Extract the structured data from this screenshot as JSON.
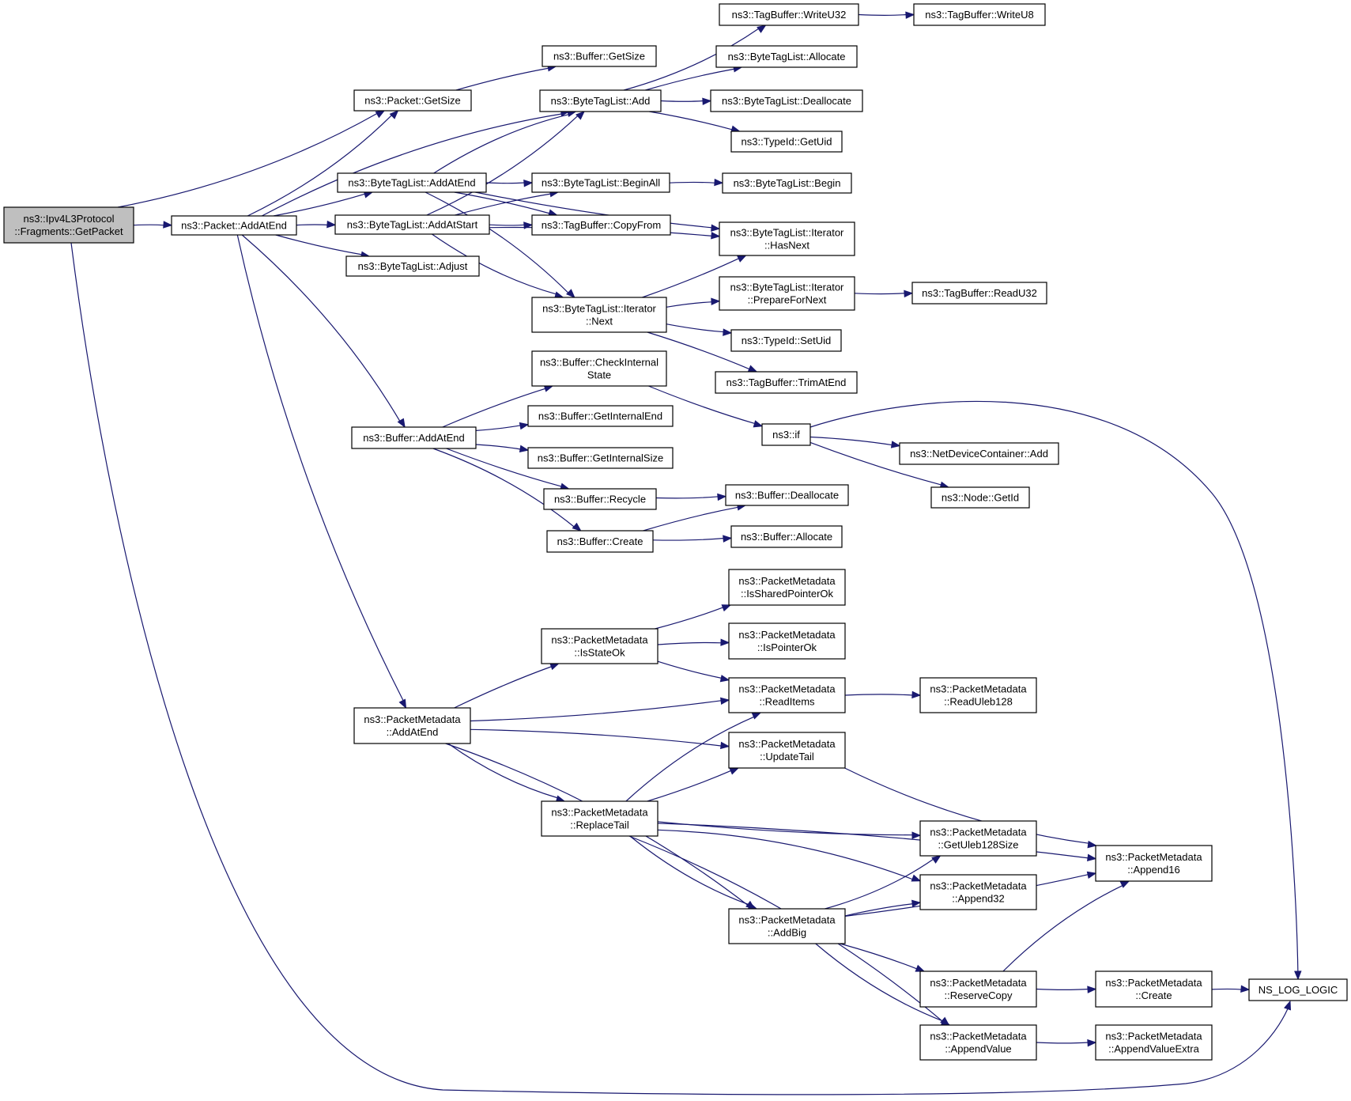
{
  "colors": {
    "edge": "#191970",
    "node_border": "#000000",
    "node_border_truncated": "#ff0000",
    "node_fill": "#ffffff",
    "root_fill": "#bfbfbf"
  },
  "nodes": [
    {
      "id": "root",
      "lines": [
        "ns3::Ipv4L3Protocol",
        "::Fragments::GetPacket"
      ],
      "style": "root"
    },
    {
      "id": "p_addatend",
      "lines": [
        "ns3::Packet::AddAtEnd"
      ]
    },
    {
      "id": "p_getsize",
      "lines": [
        "ns3::Packet::GetSize"
      ]
    },
    {
      "id": "b_getsize",
      "lines": [
        "ns3::Buffer::GetSize"
      ]
    },
    {
      "id": "btl_add",
      "lines": [
        "ns3::ByteTagList::Add"
      ]
    },
    {
      "id": "btl_addatend",
      "lines": [
        "ns3::ByteTagList::AddAtEnd"
      ]
    },
    {
      "id": "btl_addatstart",
      "lines": [
        "ns3::ByteTagList::AddAtStart"
      ]
    },
    {
      "id": "btl_adjust",
      "lines": [
        "ns3::ByteTagList::Adjust"
      ]
    },
    {
      "id": "btl_beginall",
      "lines": [
        "ns3::ByteTagList::BeginAll"
      ]
    },
    {
      "id": "tb_copyfrom",
      "lines": [
        "ns3::TagBuffer::CopyFrom"
      ]
    },
    {
      "id": "btli_next",
      "lines": [
        "ns3::ByteTagList::Iterator",
        "::Next"
      ]
    },
    {
      "id": "tb_writeu32",
      "lines": [
        "ns3::TagBuffer::WriteU32"
      ]
    },
    {
      "id": "tb_writeu8",
      "lines": [
        "ns3::TagBuffer::WriteU8"
      ]
    },
    {
      "id": "btl_allocate",
      "lines": [
        "ns3::ByteTagList::Allocate"
      ]
    },
    {
      "id": "btl_deallocate",
      "lines": [
        "ns3::ByteTagList::Deallocate"
      ]
    },
    {
      "id": "tid_getuid",
      "lines": [
        "ns3::TypeId::GetUid"
      ]
    },
    {
      "id": "btl_begin",
      "lines": [
        "ns3::ByteTagList::Begin"
      ]
    },
    {
      "id": "btli_hasnext",
      "lines": [
        "ns3::ByteTagList::Iterator",
        "::HasNext"
      ]
    },
    {
      "id": "btli_prepare",
      "lines": [
        "ns3::ByteTagList::Iterator",
        "::PrepareForNext"
      ]
    },
    {
      "id": "tb_readu32",
      "lines": [
        "ns3::TagBuffer::ReadU32"
      ],
      "style": "truncated"
    },
    {
      "id": "tid_setuid",
      "lines": [
        "ns3::TypeId::SetUid"
      ]
    },
    {
      "id": "tb_trimatend",
      "lines": [
        "ns3::TagBuffer::TrimAtEnd"
      ]
    },
    {
      "id": "b_check",
      "lines": [
        "ns3::Buffer::CheckInternal",
        "State"
      ]
    },
    {
      "id": "ns3_if",
      "lines": [
        "ns3::if"
      ]
    },
    {
      "id": "ndc_add",
      "lines": [
        "ns3::NetDeviceContainer::Add"
      ],
      "style": "truncated"
    },
    {
      "id": "node_getid",
      "lines": [
        "ns3::Node::GetId"
      ]
    },
    {
      "id": "b_addatend",
      "lines": [
        "ns3::Buffer::AddAtEnd"
      ]
    },
    {
      "id": "b_getinternalend",
      "lines": [
        "ns3::Buffer::GetInternalEnd"
      ]
    },
    {
      "id": "b_getinternalsize",
      "lines": [
        "ns3::Buffer::GetInternalSize"
      ]
    },
    {
      "id": "b_recycle",
      "lines": [
        "ns3::Buffer::Recycle"
      ]
    },
    {
      "id": "b_create",
      "lines": [
        "ns3::Buffer::Create"
      ]
    },
    {
      "id": "b_deallocate",
      "lines": [
        "ns3::Buffer::Deallocate"
      ]
    },
    {
      "id": "b_allocate",
      "lines": [
        "ns3::Buffer::Allocate"
      ]
    },
    {
      "id": "pm_issharedok",
      "lines": [
        "ns3::PacketMetadata",
        "::IsSharedPointerOk"
      ]
    },
    {
      "id": "pm_isstateok",
      "lines": [
        "ns3::PacketMetadata",
        "::IsStateOk"
      ]
    },
    {
      "id": "pm_ispointerok",
      "lines": [
        "ns3::PacketMetadata",
        "::IsPointerOk"
      ]
    },
    {
      "id": "pm_readitems",
      "lines": [
        "ns3::PacketMetadata",
        "::ReadItems"
      ]
    },
    {
      "id": "pm_readuleb",
      "lines": [
        "ns3::PacketMetadata",
        "::ReadUleb128"
      ]
    },
    {
      "id": "pm_addatend",
      "lines": [
        "ns3::PacketMetadata",
        "::AddAtEnd"
      ]
    },
    {
      "id": "pm_updatetail",
      "lines": [
        "ns3::PacketMetadata",
        "::UpdateTail"
      ]
    },
    {
      "id": "pm_replacetail",
      "lines": [
        "ns3::PacketMetadata",
        "::ReplaceTail"
      ]
    },
    {
      "id": "pm_getulebsize",
      "lines": [
        "ns3::PacketMetadata",
        "::GetUleb128Size"
      ]
    },
    {
      "id": "pm_append16",
      "lines": [
        "ns3::PacketMetadata",
        "::Append16"
      ]
    },
    {
      "id": "pm_append32",
      "lines": [
        "ns3::PacketMetadata",
        "::Append32"
      ]
    },
    {
      "id": "pm_addbig",
      "lines": [
        "ns3::PacketMetadata",
        "::AddBig"
      ]
    },
    {
      "id": "pm_reservecopy",
      "lines": [
        "ns3::PacketMetadata",
        "::ReserveCopy"
      ],
      "style": "truncated"
    },
    {
      "id": "pm_create",
      "lines": [
        "ns3::PacketMetadata",
        "::Create"
      ],
      "style": "truncated"
    },
    {
      "id": "ns_log_logic",
      "lines": [
        "NS_LOG_LOGIC"
      ]
    },
    {
      "id": "pm_appendvalue",
      "lines": [
        "ns3::PacketMetadata",
        "::AppendValue"
      ]
    },
    {
      "id": "pm_appendvalueextra",
      "lines": [
        "ns3::PacketMetadata",
        "::AppendValueExtra"
      ]
    }
  ],
  "edges": [
    [
      "root",
      "p_addatend"
    ],
    [
      "root",
      "p_getsize"
    ],
    [
      "root",
      "ns_log_logic"
    ],
    [
      "p_addatend",
      "p_getsize"
    ],
    [
      "p_addatend",
      "btl_add"
    ],
    [
      "p_addatend",
      "btl_addatend"
    ],
    [
      "p_addatend",
      "btl_addatstart"
    ],
    [
      "p_addatend",
      "btl_adjust"
    ],
    [
      "p_addatend",
      "b_addatend"
    ],
    [
      "p_addatend",
      "pm_addatend"
    ],
    [
      "p_getsize",
      "b_getsize"
    ],
    [
      "btl_add",
      "tb_writeu32"
    ],
    [
      "btl_add",
      "btl_allocate"
    ],
    [
      "btl_add",
      "btl_deallocate"
    ],
    [
      "btl_add",
      "tid_getuid"
    ],
    [
      "tb_writeu32",
      "tb_writeu8"
    ],
    [
      "btl_addatend",
      "btl_add"
    ],
    [
      "btl_addatend",
      "btl_beginall"
    ],
    [
      "btl_addatend",
      "tb_copyfrom"
    ],
    [
      "btl_addatend",
      "btli_hasnext"
    ],
    [
      "btl_addatend",
      "btli_next"
    ],
    [
      "btl_addatstart",
      "btl_add"
    ],
    [
      "btl_addatstart",
      "btl_beginall"
    ],
    [
      "btl_addatstart",
      "tb_copyfrom"
    ],
    [
      "btl_addatstart",
      "btli_hasnext"
    ],
    [
      "btl_addatstart",
      "btli_next"
    ],
    [
      "btl_beginall",
      "btl_begin"
    ],
    [
      "btli_next",
      "btli_hasnext"
    ],
    [
      "btli_next",
      "btli_prepare"
    ],
    [
      "btli_next",
      "tid_setuid"
    ],
    [
      "btli_next",
      "tb_trimatend"
    ],
    [
      "btli_prepare",
      "tb_readu32"
    ],
    [
      "b_addatend",
      "b_check"
    ],
    [
      "b_addatend",
      "b_getinternalend"
    ],
    [
      "b_addatend",
      "b_getinternalsize"
    ],
    [
      "b_addatend",
      "b_recycle"
    ],
    [
      "b_addatend",
      "b_create"
    ],
    [
      "b_check",
      "ns3_if"
    ],
    [
      "ns3_if",
      "ndc_add"
    ],
    [
      "ns3_if",
      "node_getid"
    ],
    [
      "ns3_if",
      "ns_log_logic"
    ],
    [
      "b_recycle",
      "b_deallocate"
    ],
    [
      "b_create",
      "b_deallocate"
    ],
    [
      "b_create",
      "b_allocate"
    ],
    [
      "pm_addatend",
      "pm_isstateok"
    ],
    [
      "pm_addatend",
      "pm_readitems"
    ],
    [
      "pm_addatend",
      "pm_updatetail"
    ],
    [
      "pm_addatend",
      "pm_replacetail"
    ],
    [
      "pm_addatend",
      "pm_addbig"
    ],
    [
      "pm_isstateok",
      "pm_issharedok"
    ],
    [
      "pm_isstateok",
      "pm_ispointerok"
    ],
    [
      "pm_isstateok",
      "pm_readitems"
    ],
    [
      "pm_readitems",
      "pm_readuleb"
    ],
    [
      "pm_updatetail",
      "pm_append16"
    ],
    [
      "pm_replacetail",
      "pm_readitems"
    ],
    [
      "pm_replacetail",
      "pm_updatetail"
    ],
    [
      "pm_replacetail",
      "pm_append16"
    ],
    [
      "pm_replacetail",
      "pm_getulebsize"
    ],
    [
      "pm_replacetail",
      "pm_append32"
    ],
    [
      "pm_replacetail",
      "pm_addbig"
    ],
    [
      "pm_replacetail",
      "pm_appendvalue"
    ],
    [
      "pm_addbig",
      "pm_getulebsize"
    ],
    [
      "pm_addbig",
      "pm_append32"
    ],
    [
      "pm_addbig",
      "pm_append16"
    ],
    [
      "pm_addbig",
      "pm_reservecopy"
    ],
    [
      "pm_addbig",
      "pm_appendvalue"
    ],
    [
      "pm_reservecopy",
      "pm_append16"
    ],
    [
      "pm_reservecopy",
      "pm_create"
    ],
    [
      "pm_create",
      "ns_log_logic"
    ],
    [
      "pm_appendvalue",
      "pm_appendvalueextra"
    ]
  ]
}
